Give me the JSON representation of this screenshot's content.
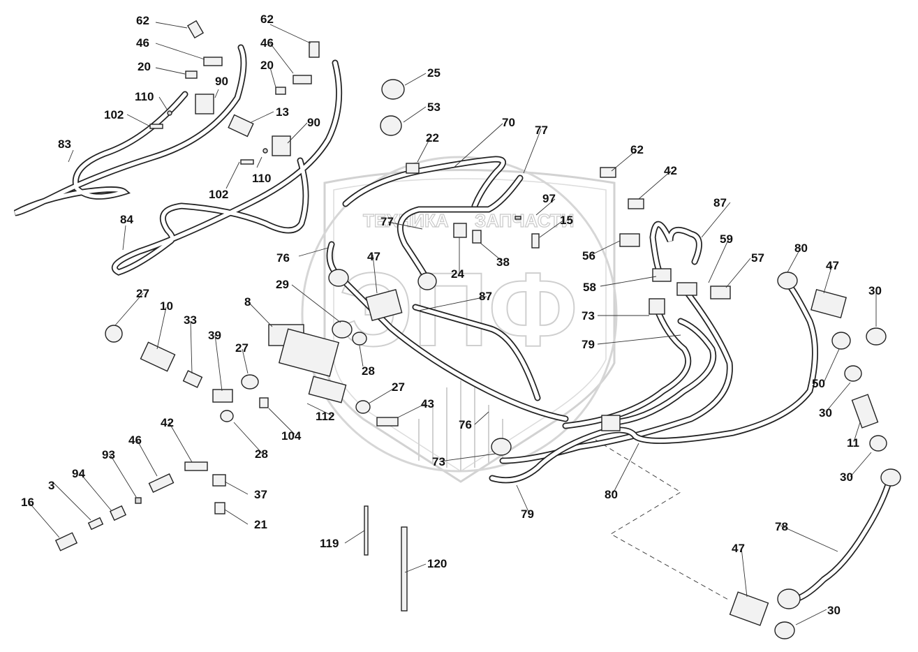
{
  "watermark": {
    "left_text": "ТЕХНИКА",
    "right_text": "ЗАПЧАСТИ",
    "logo_text": "ЭПФ"
  },
  "labels": [
    {
      "id": "p62a",
      "text": "62"
    },
    {
      "id": "p46a",
      "text": "46"
    },
    {
      "id": "p20a",
      "text": "20"
    },
    {
      "id": "p110a",
      "text": "110"
    },
    {
      "id": "p102a",
      "text": "102"
    },
    {
      "id": "p90a",
      "text": "90"
    },
    {
      "id": "p83",
      "text": "83"
    },
    {
      "id": "p62b",
      "text": "62"
    },
    {
      "id": "p46b",
      "text": "46"
    },
    {
      "id": "p20b",
      "text": "20"
    },
    {
      "id": "p13",
      "text": "13"
    },
    {
      "id": "p90b",
      "text": "90"
    },
    {
      "id": "p110b",
      "text": "110"
    },
    {
      "id": "p102b",
      "text": "102"
    },
    {
      "id": "p84",
      "text": "84"
    },
    {
      "id": "p25",
      "text": "25"
    },
    {
      "id": "p53",
      "text": "53"
    },
    {
      "id": "p22",
      "text": "22"
    },
    {
      "id": "p70",
      "text": "70"
    },
    {
      "id": "p77a",
      "text": "77"
    },
    {
      "id": "p97",
      "text": "97"
    },
    {
      "id": "p15",
      "text": "15"
    },
    {
      "id": "p77b",
      "text": "77"
    },
    {
      "id": "p76a",
      "text": "76"
    },
    {
      "id": "p47a",
      "text": "47"
    },
    {
      "id": "p24",
      "text": "24"
    },
    {
      "id": "p38",
      "text": "38"
    },
    {
      "id": "p62c",
      "text": "62"
    },
    {
      "id": "p42a",
      "text": "42"
    },
    {
      "id": "p87a",
      "text": "87"
    },
    {
      "id": "p56",
      "text": "56"
    },
    {
      "id": "p59",
      "text": "59"
    },
    {
      "id": "p57",
      "text": "57"
    },
    {
      "id": "p58",
      "text": "58"
    },
    {
      "id": "p80a",
      "text": "80"
    },
    {
      "id": "p47b",
      "text": "47"
    },
    {
      "id": "p30a",
      "text": "30"
    },
    {
      "id": "p73a",
      "text": "73"
    },
    {
      "id": "p79a",
      "text": "79"
    },
    {
      "id": "p87b",
      "text": "87"
    },
    {
      "id": "p29",
      "text": "29"
    },
    {
      "id": "p8",
      "text": "8"
    },
    {
      "id": "p27a",
      "text": "27"
    },
    {
      "id": "p10",
      "text": "10"
    },
    {
      "id": "p33",
      "text": "33"
    },
    {
      "id": "p39",
      "text": "39"
    },
    {
      "id": "p27b",
      "text": "27"
    },
    {
      "id": "p28a",
      "text": "28"
    },
    {
      "id": "p27c",
      "text": "27"
    },
    {
      "id": "p43",
      "text": "43"
    },
    {
      "id": "p76b",
      "text": "76"
    },
    {
      "id": "p112",
      "text": "112"
    },
    {
      "id": "p104",
      "text": "104"
    },
    {
      "id": "p28b",
      "text": "28"
    },
    {
      "id": "p73b",
      "text": "73"
    },
    {
      "id": "p50",
      "text": "50"
    },
    {
      "id": "p30b",
      "text": "30"
    },
    {
      "id": "p11",
      "text": "11"
    },
    {
      "id": "p30c",
      "text": "30"
    },
    {
      "id": "p42b",
      "text": "42"
    },
    {
      "id": "p46c",
      "text": "46"
    },
    {
      "id": "p93",
      "text": "93"
    },
    {
      "id": "p94",
      "text": "94"
    },
    {
      "id": "p3",
      "text": "3"
    },
    {
      "id": "p16",
      "text": "16"
    },
    {
      "id": "p37",
      "text": "37"
    },
    {
      "id": "p21",
      "text": "21"
    },
    {
      "id": "p80b",
      "text": "80"
    },
    {
      "id": "p79b",
      "text": "79"
    },
    {
      "id": "p119",
      "text": "119"
    },
    {
      "id": "p120",
      "text": "120"
    },
    {
      "id": "p78",
      "text": "78"
    },
    {
      "id": "p47c",
      "text": "47"
    },
    {
      "id": "p30d",
      "text": "30"
    }
  ]
}
